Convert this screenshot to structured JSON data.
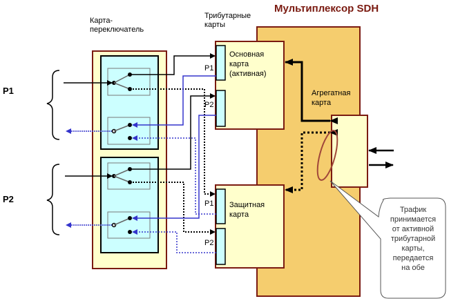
{
  "title": "Мультиплексор SDH",
  "labels": {
    "switch_card": [
      "Карта-",
      "переключатель"
    ],
    "tributary_cards": [
      "Трибутарные",
      "карты"
    ],
    "main_card": [
      "Основная",
      "карта",
      "(активная)"
    ],
    "protection_card": [
      "Защитная",
      "карта"
    ],
    "aggregate_card": [
      "Агрегатная",
      "карта"
    ]
  },
  "groups": [
    {
      "name": "P1"
    },
    {
      "name": "P2"
    }
  ],
  "ports": {
    "main_p1": "P1",
    "main_p2": "P2",
    "prot_p1": "P1",
    "prot_p2": "P2"
  },
  "callout": {
    "lines": [
      "Трафик",
      "принимается",
      "от активной",
      "трибутарной",
      "карты,",
      "передается",
      "на обе"
    ]
  },
  "colors": {
    "mux_fill": "#f5cd6e",
    "mux_border": "#7a1a10",
    "card_fill": "#ffffcc",
    "switch_inner": "#ccffff",
    "port_fill": "#ccffff",
    "wire_black": "#000000",
    "wire_blue": "#3333cc",
    "ellipse": "#a0463a"
  }
}
